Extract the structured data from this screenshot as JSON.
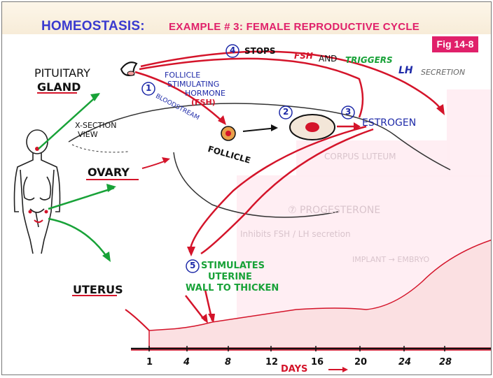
{
  "header": {
    "title": "HOMEOSTASIS:",
    "subtitle": "EXAMPLE # 3: FEMALE REPRODUCTIVE CYCLE",
    "figure": "Fig 14-8"
  },
  "labels": {
    "pituitary": "PITUITARY",
    "gland": "GLAND",
    "step1": "1",
    "fsh_line1": "FOLLICLE",
    "fsh_line2": "STIMULATING",
    "fsh_line3": "HORMONE",
    "fsh_line4": "(FSH)",
    "bloodstream": "BLOODSTREAM",
    "xsection": "X-SECTION",
    "view": "VIEW",
    "follicle": "FOLLICLE",
    "step2": "2",
    "step3": "3",
    "estrogen": "ESTROGEN",
    "step4": "4",
    "stops": "STOPS",
    "fsh": "FSH",
    "and": "AND",
    "triggers": "TRIGGERS",
    "lh": "LH",
    "secretion": "SECRETION",
    "ovary": "OVARY",
    "step5": "5",
    "stim1": "STIMULATES",
    "stim2": "UTERINE",
    "stim3": "WALL TO THICKEN",
    "uterus": "UTERUS",
    "days": "DAYS"
  },
  "days_axis": [
    "1",
    "4",
    "8",
    "12",
    "16",
    "20",
    "24",
    "28"
  ],
  "colors": {
    "title": "#3a3acf",
    "subtitle": "#e0206a",
    "badge": "#e0206a",
    "arrow_red": "#d4142a",
    "arrow_green": "#18a238",
    "text_blue": "#1e2aa8"
  }
}
